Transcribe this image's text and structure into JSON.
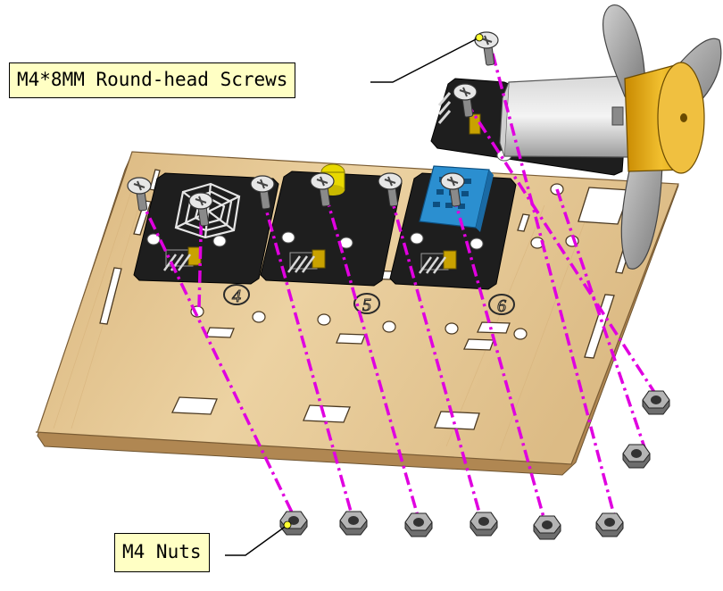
{
  "callouts": {
    "screws": "M4*8MM Round-head Screws",
    "nuts": "M4 Nuts"
  },
  "modules": [
    {
      "number": "4"
    },
    {
      "number": "5"
    },
    {
      "number": "6"
    }
  ],
  "colors": {
    "board": "#e8c892",
    "board_edge": "#b58d52",
    "module_pcb": "#1e1e1e",
    "callout_bg": "#ffffc4",
    "guide_line": "#e000e0",
    "motor_yellow": "#e8b018",
    "sensor_blue": "#2b8fd0",
    "fan_blade": "#9a9a9a",
    "hardware": "#8a8a8a"
  }
}
